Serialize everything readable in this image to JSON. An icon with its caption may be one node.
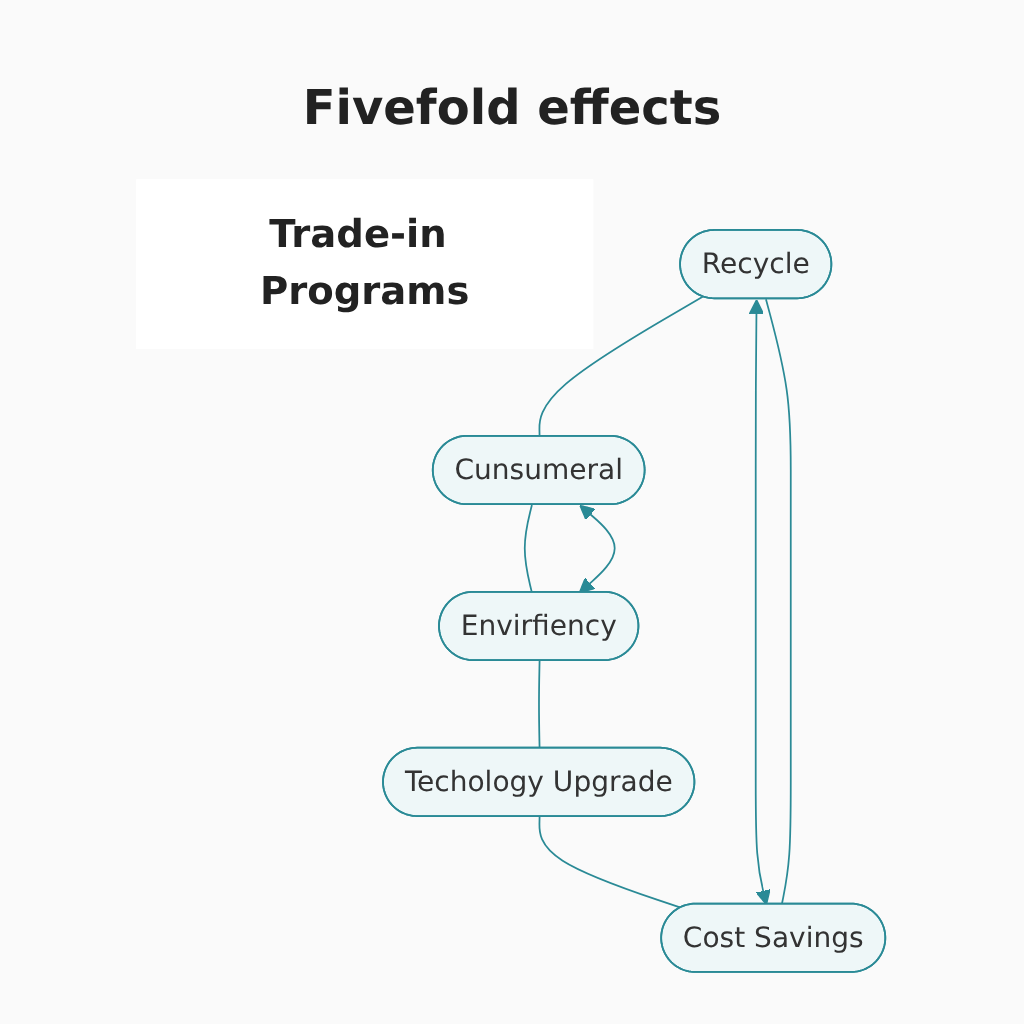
{
  "diagram": {
    "title": "Fivefold effects",
    "nodes": [
      {
        "text": [
          "Trade-in Programs"
        ]
      },
      {
        "text": [
          "Recycle"
        ]
      },
      {
        "text": [
          "Cunsumeral"
        ]
      },
      {
        "text": [
          "Envirfiency"
        ]
      },
      {
        "text": [
          "Techology Upgrade"
        ]
      },
      {
        "text": [
          "Cost Savings"
        ]
      }
    ],
    "edges": [
      {
        "from": 1,
        "to": 2,
        "arrow": "none"
      },
      {
        "from": 2,
        "to": 3,
        "arrow": "none"
      },
      {
        "from": 3,
        "to": 4,
        "arrow": "none"
      },
      {
        "from": 4,
        "to": 5,
        "arrow": "none"
      },
      {
        "from": 5,
        "to": 1,
        "arrow": "none"
      },
      {
        "from": 1,
        "to": 5,
        "arrow": "both"
      },
      {
        "from": 2,
        "to": 3,
        "arrow": "both"
      }
    ]
  }
}
